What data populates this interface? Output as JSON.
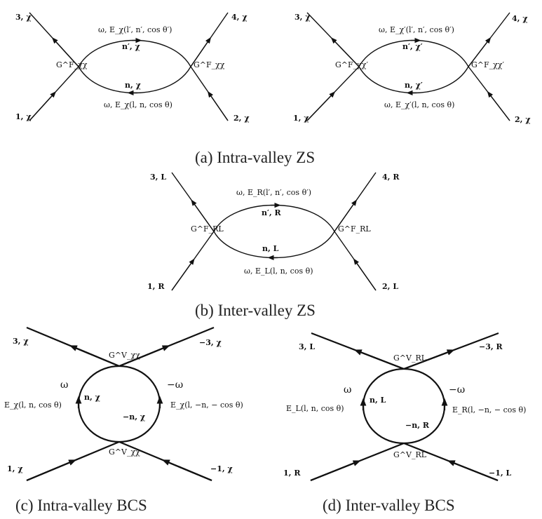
{
  "panel_a": {
    "caption": "(a) Intra-valley ZS",
    "left": {
      "top_label": "ω, E_χ(l′, n′, cos θ′)",
      "top_inner": "n′, χ",
      "bottom_inner": "n, χ",
      "bottom_label": "ω, E_χ(l, n, cos θ)",
      "vertex": "G^F_χχ",
      "ext": [
        "3, χ",
        "4, χ",
        "1, χ",
        "2, χ"
      ]
    },
    "right": {
      "top_label": "ω, E_χ′(l′, n′, cos θ′)",
      "top_inner": "n′, χ′",
      "bottom_inner": "n, χ′",
      "bottom_label": "ω, E_χ′(l, n, cos θ)",
      "vertex": "G^F_χχ′",
      "ext": [
        "3, χ",
        "4, χ",
        "1, χ",
        "2, χ"
      ]
    }
  },
  "panel_b": {
    "caption": "(b) Inter-valley ZS",
    "top_label": "ω, E_R(l′, n′, cos θ′)",
    "top_inner": "n′, R",
    "bottom_inner": "n, L",
    "bottom_label": "ω, E_L(l, n, cos θ)",
    "vertex": "G^F_RL",
    "ext": [
      "3, L",
      "4, R",
      "1, R",
      "2, L"
    ]
  },
  "panel_c": {
    "caption": "(c) Intra-valley BCS",
    "vertex": "G^V_χχ",
    "left_freq": "ω",
    "right_freq": "−ω",
    "left_energy": "E_χ(l, n, cos θ)",
    "right_energy": "E_χ(l, −n, − cos θ)",
    "left_inner": "n, χ",
    "right_inner": "−n, χ",
    "ext": [
      "3, χ",
      "−3, χ",
      "1, χ",
      "−1, χ"
    ]
  },
  "panel_d": {
    "caption": "(d) Inter-valley BCS",
    "vertex": "G^V_RL",
    "left_freq": "ω",
    "right_freq": "−ω",
    "left_energy": "E_L(l, n, cos θ)",
    "right_energy": "E_R(l, −n, − cos θ)",
    "left_inner": "n, L",
    "right_inner": "−n, R",
    "ext": [
      "3, L",
      "−3, R",
      "1, R",
      "−1, L"
    ]
  }
}
